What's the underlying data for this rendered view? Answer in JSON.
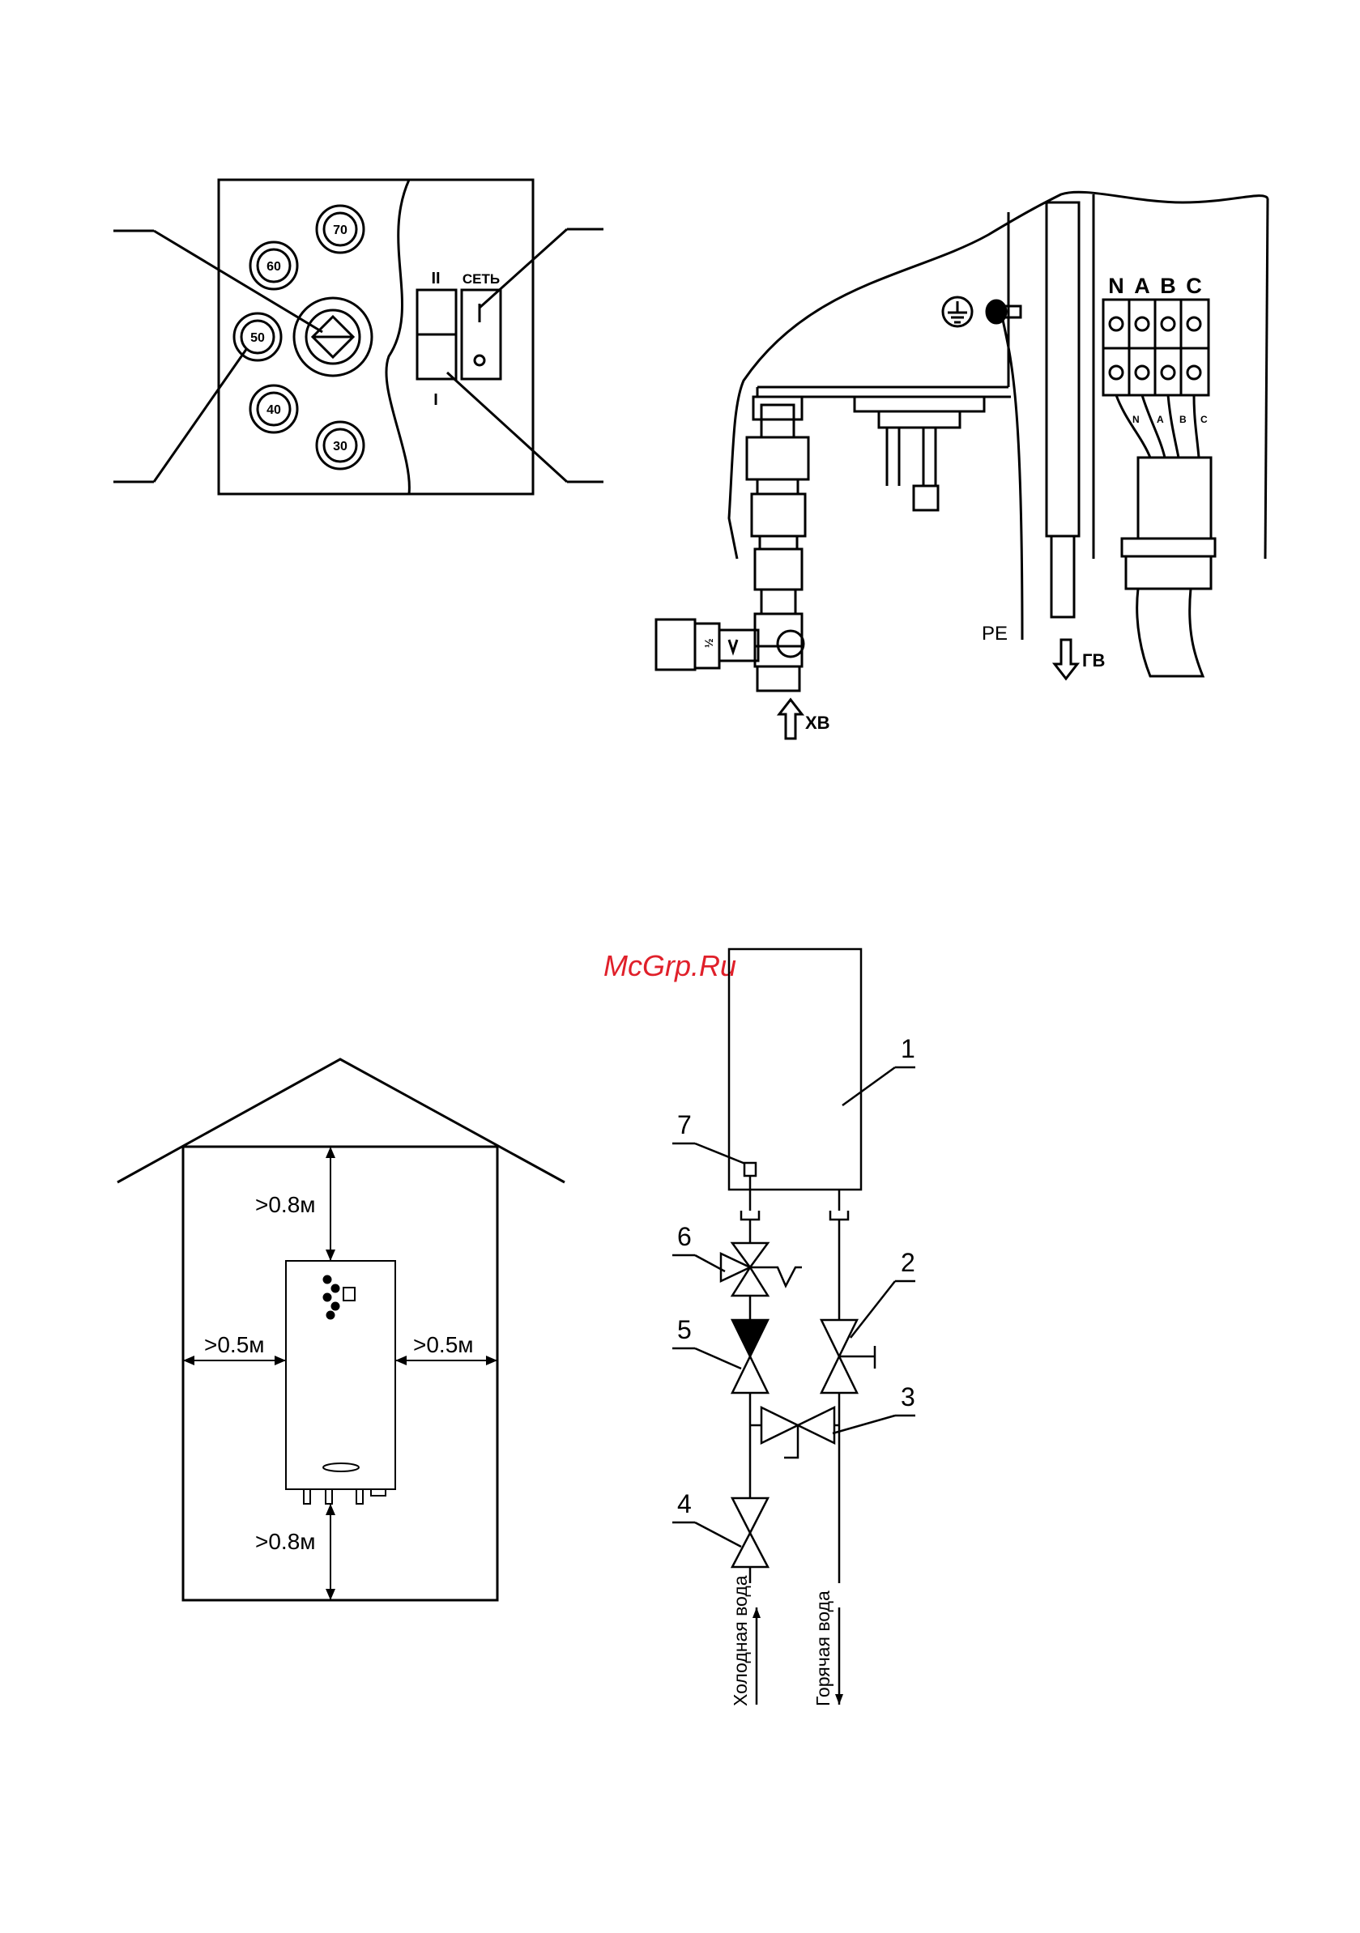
{
  "watermark": "McGrp.Ru",
  "control_panel": {
    "temps": [
      "70",
      "60",
      "50",
      "40",
      "30"
    ],
    "switch_left_label": "II",
    "switch_right_label": "СЕТЬ",
    "switch_on_mark": "I",
    "switch_off_mark": "O",
    "switch_bottom_label": "I"
  },
  "connection": {
    "terminals": [
      "N",
      "A",
      "B",
      "C"
    ],
    "wire_labels": [
      "N",
      "A",
      "B",
      "C"
    ],
    "pe_label": "PE",
    "hot_label": "ГВ",
    "cold_label": "ХВ",
    "valve_label": "½"
  },
  "clearances": {
    "top": ">0.8м",
    "left": ">0.5м",
    "right": ">0.5м",
    "bottom": ">0.8м"
  },
  "scheme": {
    "labels": [
      "1",
      "2",
      "3",
      "4",
      "5",
      "6",
      "7"
    ],
    "cold_water": "Холодная вода",
    "hot_water": "Горячая вода"
  },
  "colors": {
    "line": "#000000",
    "watermark": "#e0202a"
  }
}
